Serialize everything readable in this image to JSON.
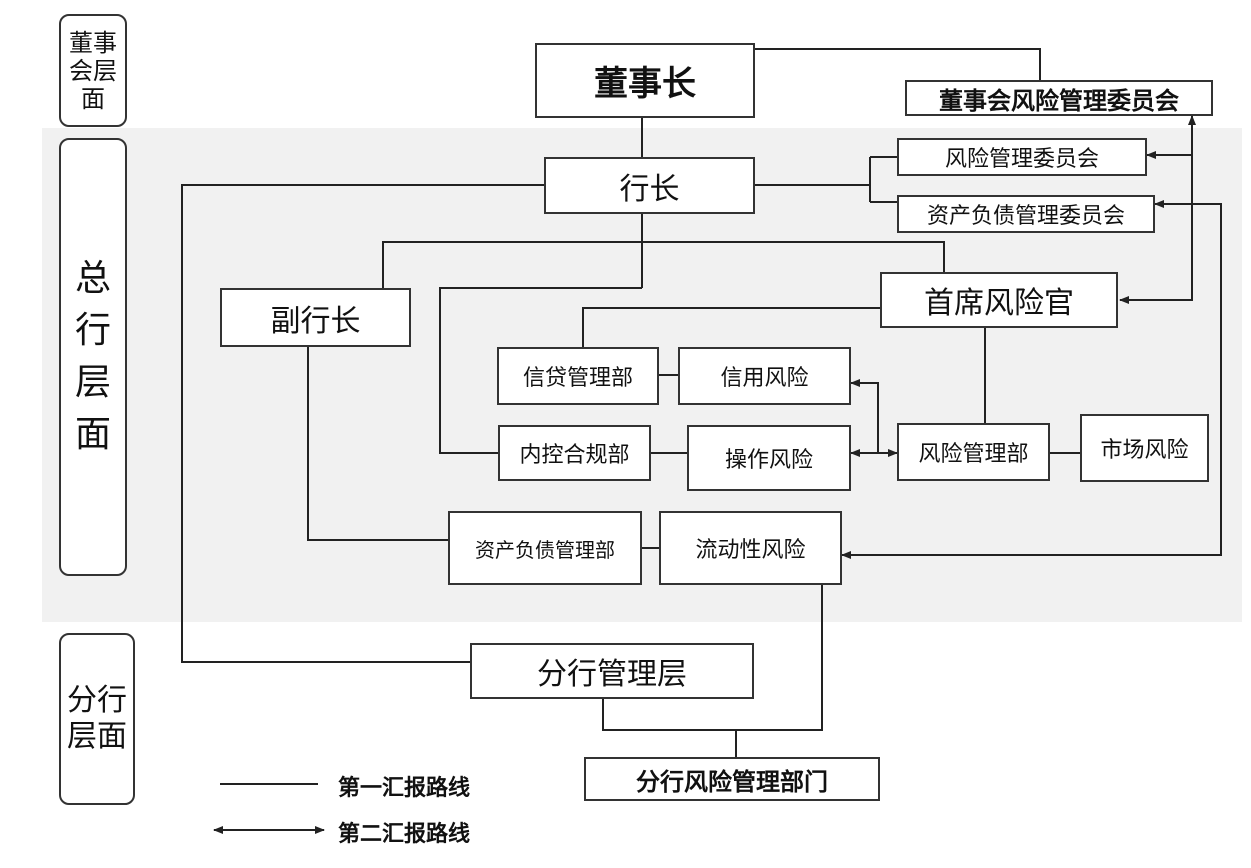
{
  "tiers": {
    "board": "董事会层面",
    "head_office": "总行层面",
    "branch": "分行层面"
  },
  "nodes": {
    "chairman": "董事长",
    "board_risk_committee": "董事会风险管理委员会",
    "president": "行长",
    "risk_committee": "风险管理委员会",
    "alm_committee": "资产负债管理委员会",
    "vice_president": "副行长",
    "cro": "首席风险官",
    "credit_dept": "信贷管理部",
    "credit_risk": "信用风险",
    "internal_control_dept": "内控合规部",
    "operational_risk": "操作风险",
    "risk_dept": "风险管理部",
    "market_risk": "市场风险",
    "alm_dept": "资产负债管理部",
    "liquidity_risk": "流动性风险",
    "branch_mgmt": "分行管理层",
    "branch_risk_dept": "分行风险管理部门"
  },
  "legend": {
    "first_line": "第一汇报路线",
    "second_line": "第二汇报路线"
  }
}
